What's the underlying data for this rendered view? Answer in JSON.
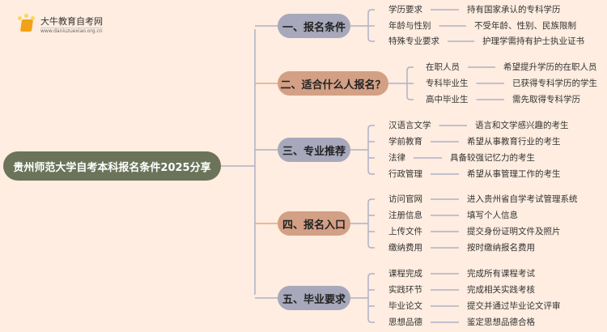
{
  "logo": {
    "title": "大牛教育自考网",
    "url": "www.daniuzuexiao.org.cn"
  },
  "root": "贵州师范大学自考本科报名条件2025分享",
  "colors": {
    "root": "#6b7359",
    "gray_node": "#a7a8bb",
    "orange_node": "#d3a085",
    "line_gray": "#aeb2c8",
    "line_orange": "#e1a887"
  },
  "branches": [
    {
      "title": "一、报名条件",
      "items": [
        {
          "label": "学历要求",
          "value": "持有国家承认的专科学历"
        },
        {
          "label": "年龄与性别",
          "value": "不受年龄、性别、民族限制"
        },
        {
          "label": "特殊专业要求",
          "value": "护理学需持有护士执业证书"
        }
      ]
    },
    {
      "title": "二、适合什么人报名？",
      "items": [
        {
          "label": "在职人员",
          "value": "希望提升学历的在职人员"
        },
        {
          "label": "专科毕业生",
          "value": "已获得专科学历的学生"
        },
        {
          "label": "高中毕业生",
          "value": "需先取得专科学历"
        }
      ]
    },
    {
      "title": "三、专业推荐",
      "items": [
        {
          "label": "汉语言文学",
          "value": "语言和文学感兴趣的考生"
        },
        {
          "label": "学前教育",
          "value": "希望从事教育行业的考生"
        },
        {
          "label": "法律",
          "value": "具备较强记忆力的考生"
        },
        {
          "label": "行政管理",
          "value": "希望从事管理工作的考生"
        }
      ]
    },
    {
      "title": "四、报名入口",
      "items": [
        {
          "label": "访问官网",
          "value": "进入贵州省自学考试管理系统"
        },
        {
          "label": "注册信息",
          "value": "填写个人信息"
        },
        {
          "label": "上传文件",
          "value": "提交身份证明文件及照片"
        },
        {
          "label": "缴纳费用",
          "value": "按时缴纳报名费用"
        }
      ]
    },
    {
      "title": "五、毕业要求",
      "items": [
        {
          "label": "课程完成",
          "value": "完成所有课程考试"
        },
        {
          "label": "实践环节",
          "value": "完成相关实践考核"
        },
        {
          "label": "毕业论文",
          "value": "提交并通过毕业论文评审"
        },
        {
          "label": "思想品德",
          "value": "鉴定思想品德合格"
        }
      ]
    }
  ]
}
